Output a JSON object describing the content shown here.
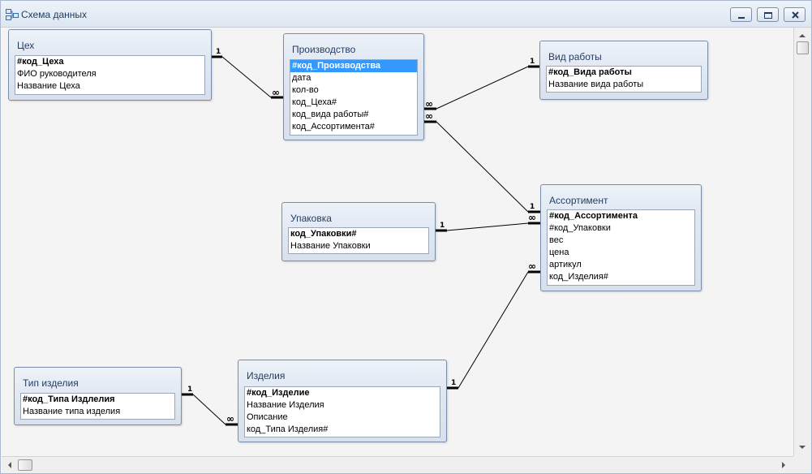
{
  "window": {
    "title": "Схема данных",
    "controls": [
      "minimize-icon",
      "restore-icon",
      "close-icon"
    ]
  },
  "tables": {
    "ceh": {
      "name": "Цех",
      "fields": [
        "#код_Цеха",
        "ФИО руководителя",
        "Название Цеха"
      ],
      "key_index": 0
    },
    "proizvodstvo": {
      "name": "Производство",
      "fields": [
        "#код_Производства",
        "дата",
        "кол-во",
        "код_Цеха#",
        "код_вида работы#",
        "код_Ассортимента#"
      ],
      "key_index": 0,
      "selected_index": 0
    },
    "vid_raboty": {
      "name": "Вид работы",
      "fields": [
        "#код_Вида работы",
        "Название вида работы"
      ],
      "key_index": 0
    },
    "upakovka": {
      "name": "Упаковка",
      "fields": [
        "код_Упаковки#",
        "Название Упаковки"
      ],
      "key_index": 0
    },
    "assortiment": {
      "name": "Ассортимент",
      "fields": [
        "#код_Ассортимента",
        "#код_Упаковки",
        "вес",
        "цена",
        "артикул",
        "код_Изделия#"
      ],
      "key_index": 0
    },
    "tip_izdeliya": {
      "name": "Тип изделия",
      "fields": [
        "#код_Типа Издлелия",
        "Название типа изделия"
      ],
      "key_index": 0
    },
    "izdeliya": {
      "name": "Изделия",
      "fields": [
        "#код_Изделие",
        "Название Изделия",
        "Описание",
        "код_Типа Изделия#"
      ],
      "key_index": 0
    }
  },
  "relationships": [
    {
      "from": "Цех",
      "to": "Производство",
      "one_label": "1",
      "many_label": "∞"
    },
    {
      "from": "Вид работы",
      "to": "Производство",
      "one_label": "1",
      "many_label": "∞"
    },
    {
      "from": "Ассортимент",
      "to": "Производство",
      "one_label": "1",
      "many_label": "∞"
    },
    {
      "from": "Упаковка",
      "to": "Ассортимент",
      "one_label": "1",
      "many_label": "∞"
    },
    {
      "from": "Изделия",
      "to": "Ассортимент",
      "one_label": "1",
      "many_label": "∞"
    },
    {
      "from": "Тип изделия",
      "to": "Изделия",
      "one_label": "1",
      "many_label": "∞"
    }
  ],
  "colors": {
    "title_text": "#243e62",
    "selection": "#3399ff",
    "line": "#000000"
  }
}
